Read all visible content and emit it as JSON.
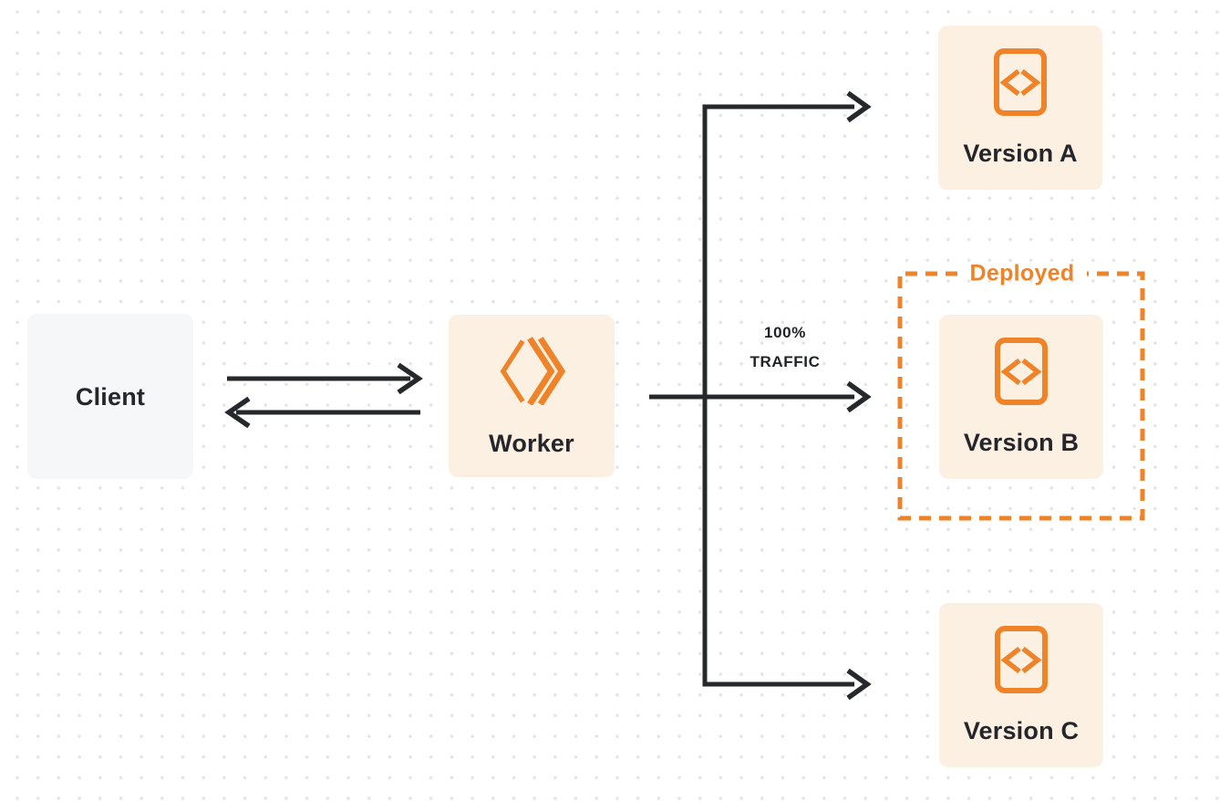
{
  "colors": {
    "accent": "#EE8329",
    "node_fill_cream": "#FBF0E1",
    "node_fill_gray": "#F6F7F8",
    "connector": "#26282B",
    "text": "#24262B",
    "dot": "#E4E4E7",
    "background": "#FFFFFF"
  },
  "nodes": {
    "client": {
      "label": "Client"
    },
    "worker": {
      "label": "Worker",
      "icon": "workers-chevrons-icon"
    },
    "version_a": {
      "label": "Version A",
      "icon": "code-document-icon"
    },
    "version_b": {
      "label": "Version B",
      "icon": "code-document-icon"
    },
    "version_c": {
      "label": "Version C",
      "icon": "code-document-icon"
    }
  },
  "annotations": {
    "deployed": {
      "label": "Deployed"
    },
    "traffic": {
      "line1": "100%",
      "line2": "TRAFFIC"
    }
  }
}
